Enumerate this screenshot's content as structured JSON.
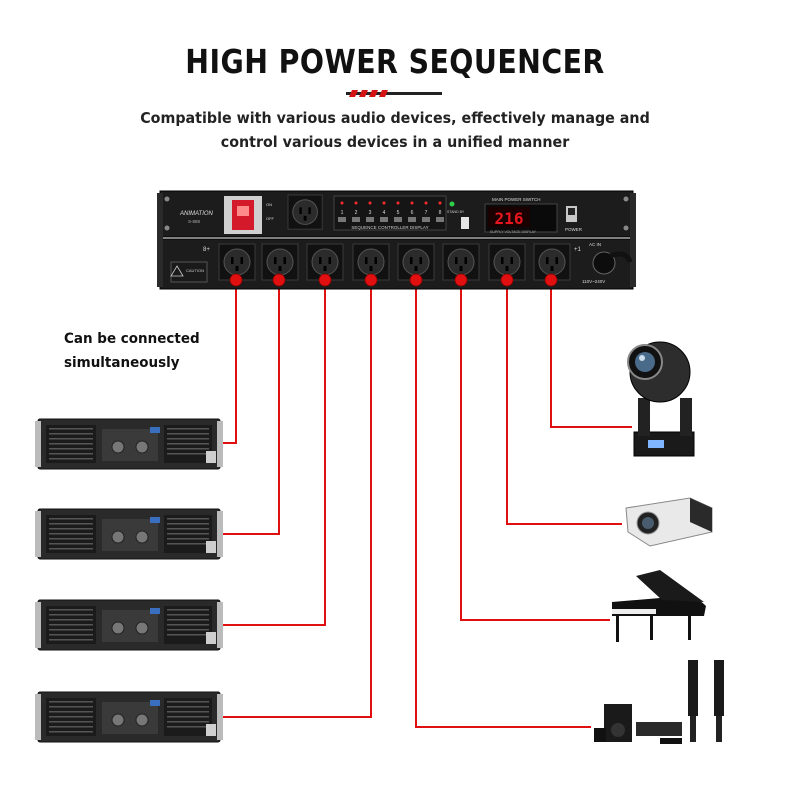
{
  "title": "HIGH POWER SEQUENCER",
  "subtitle_line1": "Compatible with various audio devices, effectively manage and",
  "subtitle_line2": "control various devices in a unified manner",
  "note_line1": "Can be connected",
  "note_line2": "simultaneously",
  "device": {
    "brand": "ANIMATION",
    "model": "S-888",
    "channel_numbers": [
      "1",
      "2",
      "3",
      "4",
      "5",
      "6",
      "7",
      "8"
    ],
    "sequence_label": "SEQUENCE CONTROLLER DISPLAY",
    "main_switch_label": "MAIN POWER SWITCH",
    "voltage_display": "216",
    "voltage_label": "SUPPLY VOLTAGE DISPLAY",
    "standby_label": "STAND BY",
    "power_label": "POWER",
    "ac_in_label": "AC IN",
    "voltage_range": "110V~240V",
    "ch8_label": "8+",
    "ch1_label": "+1",
    "caution_label": "CAUTION",
    "breaker_on": "ON",
    "breaker_off": "OFF"
  },
  "colors": {
    "wire": "#e01010",
    "panel": "#1c1c1c",
    "display": "#e8161e"
  },
  "icons": [
    "amplifier-icon",
    "moving-head-light-icon",
    "projector-icon",
    "grand-piano-icon",
    "home-theater-speakers-icon"
  ]
}
